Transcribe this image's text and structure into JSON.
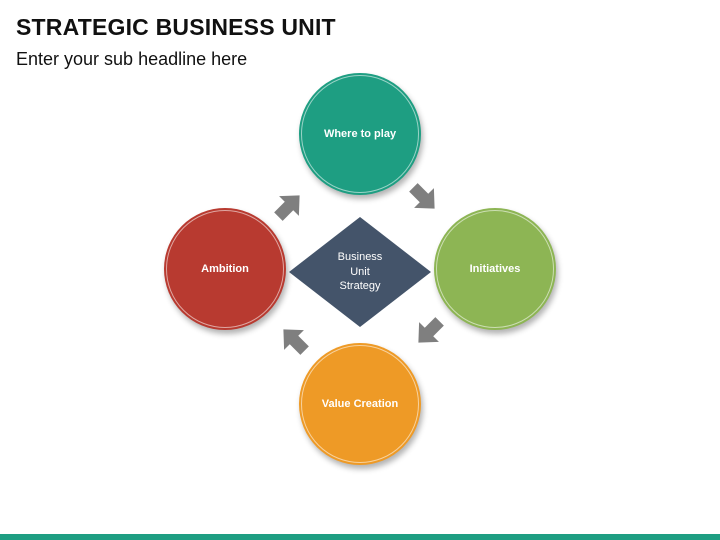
{
  "header": {
    "title": "STRATEGIC BUSINESS UNIT",
    "subtitle": "Enter your sub headline here"
  },
  "diagram": {
    "center": {
      "lines": [
        "Business",
        "Unit",
        "Strategy"
      ],
      "color": "#44546A"
    },
    "nodes": [
      {
        "key": "top",
        "label": "Where to play",
        "color": "#1E9E82"
      },
      {
        "key": "right",
        "label": "Initiatives",
        "color": "#8DB554"
      },
      {
        "key": "bottom",
        "label": "Value Creation",
        "color": "#EE9A26"
      },
      {
        "key": "left",
        "label": "Ambition",
        "color": "#B83A30"
      }
    ],
    "arrow_color": "#7F7F7F",
    "arrow_icon": "block-arrow-icon"
  },
  "footer": {
    "bar_color": "#1E9E82"
  }
}
